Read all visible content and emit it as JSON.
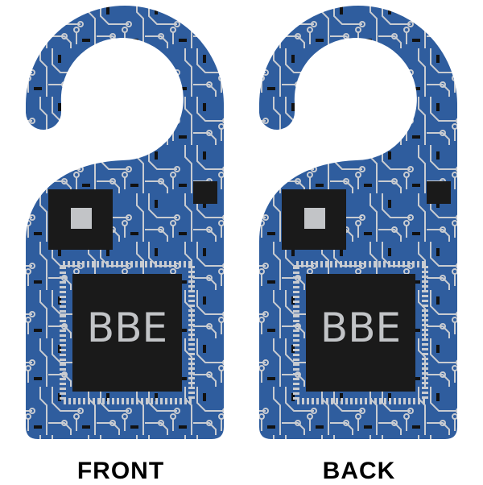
{
  "colors": {
    "board": "#2f5d9e",
    "trace": "#c9ccd1",
    "chip": "#1a1a1a",
    "monogram": "#c2c4c7"
  },
  "hangers": [
    {
      "side_label": "FRONT",
      "monogram": "BBE"
    },
    {
      "side_label": "BACK",
      "monogram": "BBE"
    }
  ]
}
